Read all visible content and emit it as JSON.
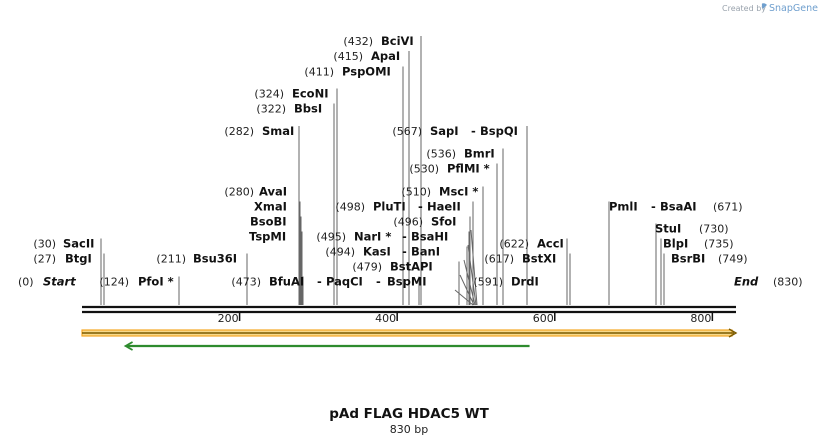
{
  "credit": {
    "prefix": "Created by",
    "brand": "SnapGene"
  },
  "map": {
    "title": "pAd FLAG HDAC5 WT",
    "subtitle": "830 bp",
    "length": 830,
    "start_label": "Start",
    "end_label": "End",
    "start_pos": "(0)",
    "end_pos": "(830)",
    "ticks": [
      {
        "pos": 200,
        "label": "200"
      },
      {
        "pos": 400,
        "label": "400"
      },
      {
        "pos": 600,
        "label": "600"
      },
      {
        "pos": 800,
        "label": "800"
      }
    ],
    "features": [
      {
        "type": "orange-arrow",
        "start": 0,
        "end": 830,
        "direction": "forward",
        "color": "#f5a623"
      },
      {
        "type": "green-arrow",
        "start": 54,
        "end": 568,
        "direction": "reverse",
        "color": "#2e8b2e"
      }
    ],
    "colors": {
      "backbone": "#111111",
      "feature_orange": "#f5a623",
      "feature_green": "#2e8b2e"
    }
  },
  "sites": [
    {
      "id": "sacii",
      "pos": 30,
      "num": "(30)",
      "name": "SacII"
    },
    {
      "id": "btgi",
      "pos": 27,
      "num": "(27)",
      "name": "BtgI"
    },
    {
      "id": "pfoi",
      "pos": 124,
      "num": "(124)",
      "name": "PfoI *"
    },
    {
      "id": "bsu36i",
      "pos": 211,
      "num": "(211)",
      "name": "Bsu36I"
    },
    {
      "id": "bfuai",
      "pos": 473,
      "num": "(473)",
      "name": "BfuAI",
      "pair": "PaqCI",
      "gap_after": true
    },
    {
      "id": "smai",
      "pos": 282,
      "num": "(282)",
      "name": "SmaI"
    },
    {
      "id": "avai",
      "pos": 280,
      "num": "(280)",
      "name": "AvaI"
    },
    {
      "id": "xmai",
      "pos": 280,
      "num": "",
      "name": "XmaI"
    },
    {
      "id": "bsobi",
      "pos": 280,
      "num": "",
      "name": "BsoBI"
    },
    {
      "id": "tspmi",
      "pos": 280,
      "num": "",
      "name": "TspMI"
    },
    {
      "id": "econi",
      "pos": 324,
      "num": "(324)",
      "name": "EcoNI"
    },
    {
      "id": "bbsi",
      "pos": 322,
      "num": "(322)",
      "name": "BbsI"
    },
    {
      "id": "pspomi",
      "pos": 411,
      "num": "(411)",
      "name": "PspOMI"
    },
    {
      "id": "apai",
      "pos": 415,
      "num": "(415)",
      "name": "ApaI"
    },
    {
      "id": "bcivi",
      "pos": 432,
      "num": "(432)",
      "name": "BciVI"
    },
    {
      "id": "sapi",
      "pos": 567,
      "num": "(567)",
      "name": "SapI",
      "pair": "BspQI"
    },
    {
      "id": "bmri",
      "pos": 536,
      "num": "(536)",
      "name": "BmrI"
    },
    {
      "id": "pflmi",
      "pos": 530,
      "num": "(530)",
      "name": "PflMI *"
    },
    {
      "id": "msci",
      "pos": 510,
      "num": "(510)",
      "name": "MscI *"
    },
    {
      "id": "pluti",
      "pos": 498,
      "num": "(498)",
      "name": "PluTI",
      "pair": "HaeII"
    },
    {
      "id": "sfoi",
      "pos": 496,
      "num": "(496)",
      "name": "SfoI"
    },
    {
      "id": "nari",
      "pos": 495,
      "num": "(495)",
      "name": "NarI *",
      "pair": "BsaHI"
    },
    {
      "id": "kasi",
      "pos": 494,
      "num": "(494)",
      "name": "KasI",
      "pair": "BanI"
    },
    {
      "id": "bstapi",
      "pos": 479,
      "num": "(479)",
      "name": "BstAPI"
    },
    {
      "id": "bstapi_row",
      "pos": 591,
      "num": "(591)",
      "name": "DrdI"
    },
    {
      "id": "acci",
      "pos": 622,
      "num": "(622)",
      "name": "AccI"
    },
    {
      "id": "bstxi",
      "pos": 617,
      "num": "(617)",
      "name": "BstXI"
    },
    {
      "id": "pmli",
      "pos": 671,
      "num": "(671)",
      "name": "PmlI",
      "pair": "BsaAI"
    },
    {
      "id": "stui",
      "pos": 730,
      "num": "(730)",
      "name": "StuI"
    },
    {
      "id": "blpi",
      "pos": 735,
      "num": "(735)",
      "name": "BlpI"
    },
    {
      "id": "bsrbi",
      "pos": 749,
      "num": "(749)",
      "name": "BsrBI"
    },
    {
      "id": "bspmi",
      "pos": 473,
      "num": "",
      "name": "BspMI"
    }
  ]
}
